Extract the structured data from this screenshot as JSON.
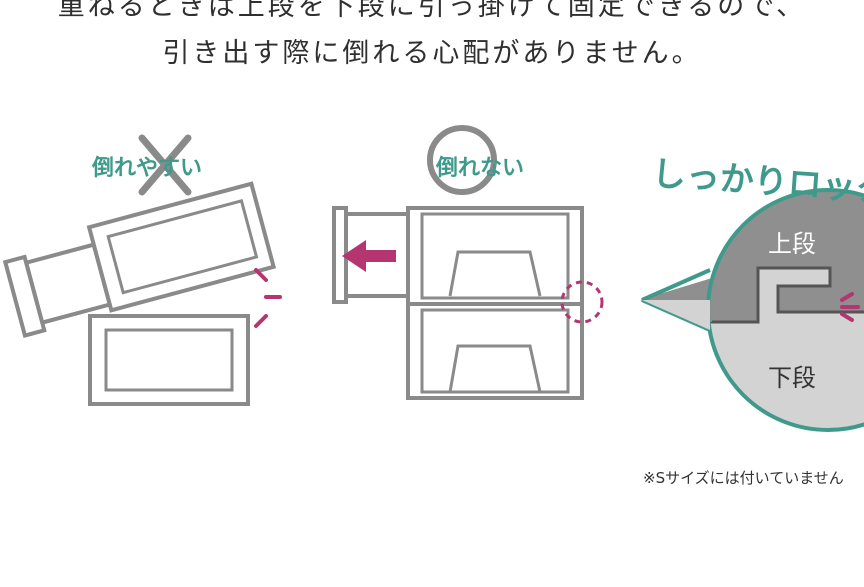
{
  "headline": {
    "line1": "重ねるときは上段を下段に引っ掛けて固定できるので、",
    "line2": "引き出す際に倒れる心配がありません。"
  },
  "panel_bad": {
    "label": "倒れやすい",
    "mark_icon": "cross-icon"
  },
  "panel_good": {
    "label": "倒れない",
    "mark_icon": "circle-icon"
  },
  "panel_lock": {
    "title": "しっかりロック",
    "upper_label": "上段",
    "lower_label": "下段"
  },
  "footnote": "※Sサイズには付いていません",
  "colors": {
    "teal": "#3f9a8c",
    "magenta": "#b53570",
    "line_gray": "#8a8a8a",
    "dark_gray": "#8f8f8f",
    "light_gray": "#d3d3d3"
  }
}
